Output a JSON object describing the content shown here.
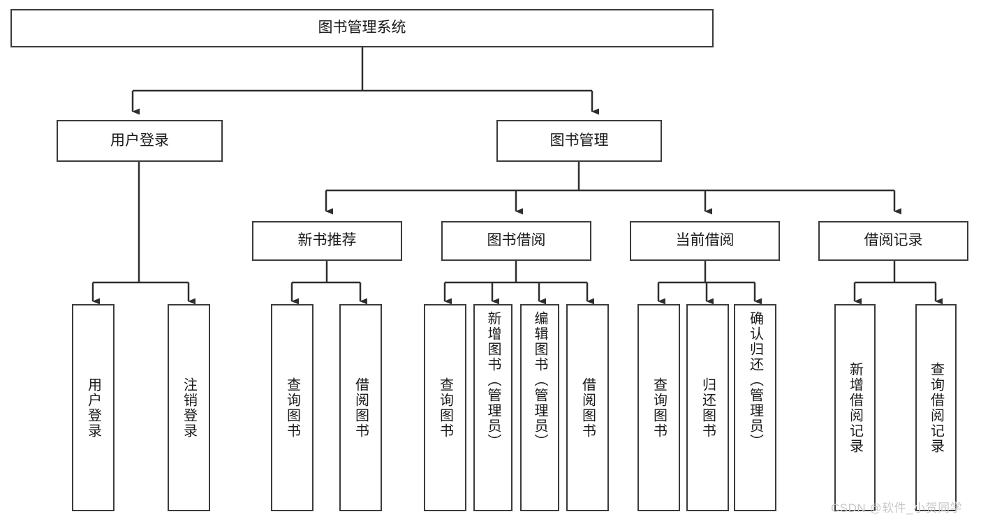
{
  "diagram": {
    "title": "图书管理系统",
    "watermark": "CSDN @软件_小贺同学",
    "root": {
      "label": "图书管理系统"
    },
    "level1": [
      {
        "label": "用户登录"
      },
      {
        "label": "图书管理"
      }
    ],
    "level2": [
      {
        "label": "新书推荐"
      },
      {
        "label": "图书借阅"
      },
      {
        "label": "当前借阅"
      },
      {
        "label": "借阅记录"
      }
    ],
    "leaves": {
      "user_login": [
        {
          "label": "用户登录"
        },
        {
          "label": "注销登录"
        }
      ],
      "new_book_recommend": [
        {
          "label": "查询图书"
        },
        {
          "label": "借阅图书"
        }
      ],
      "book_borrow": [
        {
          "label": "查询图书"
        },
        {
          "label": "新增图书（管理员）"
        },
        {
          "label": "编辑图书（管理员）"
        },
        {
          "label": "借阅图书"
        }
      ],
      "current_borrow": [
        {
          "label": "查询图书"
        },
        {
          "label": "归还图书"
        },
        {
          "label": "确认归还（管理员）"
        }
      ],
      "borrow_record": [
        {
          "label": "新增借阅记录"
        },
        {
          "label": "查询借阅记录"
        }
      ]
    },
    "colors": {
      "border": "#3b3b3b",
      "text": "#1a1a1a",
      "background": "#ffffff",
      "watermark": "#c9c9c9"
    }
  }
}
